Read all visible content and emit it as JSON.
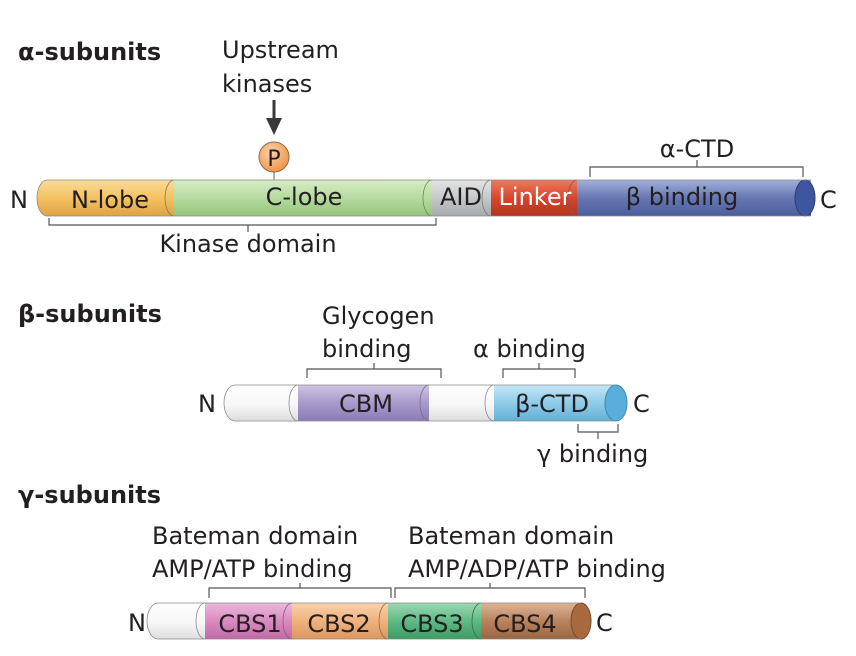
{
  "alpha": {
    "heading": "α-subunits",
    "upstream": [
      "Upstream",
      "kinases"
    ],
    "phospho": "P",
    "n_label": "N",
    "c_label": "C",
    "segments": [
      "N-lobe",
      "C-lobe",
      "AID",
      "Linker",
      "β binding"
    ],
    "kinase_domain": "Kinase domain",
    "ctd": "α-CTD"
  },
  "beta": {
    "heading": "β-subunits",
    "glycogen": [
      "Glycogen",
      "binding"
    ],
    "alpha_binding": "α binding",
    "gamma_binding": "γ binding",
    "n_label": "N",
    "c_label": "C",
    "cbm": "CBM",
    "ctd": "β-CTD"
  },
  "gamma": {
    "heading": "γ-subunits",
    "bateman1": [
      "Bateman domain",
      "AMP/ATP binding"
    ],
    "bateman2": [
      "Bateman domain",
      "AMP/ADP/ATP binding"
    ],
    "n_label": "N",
    "c_label": "C",
    "segments": [
      "CBS1",
      "CBS2",
      "CBS3",
      "CBS4"
    ]
  },
  "colors": {
    "n_lobe": "#f5c262",
    "c_lobe": "#b6dba0",
    "aid": "#c6c9ca",
    "linker": "#d9452b",
    "beta_binding": "#6677b3",
    "cbm": "#a99acb",
    "beta_ctd": "#8fcbe9",
    "cbs1": "#d98ac0",
    "cbs2": "#f0b27d",
    "cbs3": "#5fba85",
    "cbs4": "#b9835e",
    "phospho": "#f4a35c"
  }
}
